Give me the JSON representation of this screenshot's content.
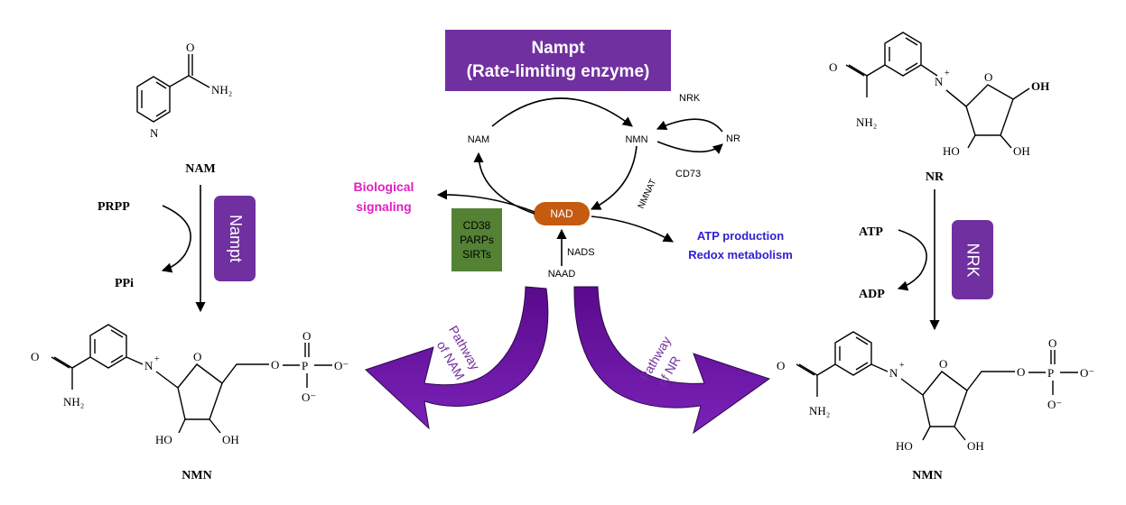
{
  "header": {
    "enzyme_title": "Nampt",
    "enzyme_subtitle": "(Rate-limiting enzyme)"
  },
  "left_panel": {
    "substrate": "NAM",
    "cosubstrate": "PRPP",
    "byproduct": "PPi",
    "enzyme": "Nampt",
    "product": "NMN",
    "nam_atoms": {
      "o": "O",
      "nh2": "NH₂",
      "n": "N"
    },
    "nmn_atoms": {
      "o_amide": "O",
      "nh2": "NH₂",
      "n_plus": "N",
      "charge": "+",
      "o_ring": "O",
      "ho": "HO",
      "oh": "OH",
      "o_link": "O",
      "p": "P",
      "o_top": "O",
      "o_bottom": "O⁻",
      "o_right": "O⁻"
    }
  },
  "right_panel": {
    "substrate": "NR",
    "cosubstrate": "ATP",
    "byproduct": "ADP",
    "enzyme": "NRK",
    "product": "NMN",
    "nr_atoms": {
      "o_amide": "O",
      "nh2": "NH₂",
      "n_plus": "N",
      "charge": "+",
      "o_ring": "O",
      "oh_anomeric": "OH",
      "ho": "HO",
      "oh": "OH"
    },
    "nmn_atoms": {
      "o_amide": "O",
      "nh2": "NH₂",
      "n_plus": "N",
      "charge": "+",
      "o_ring": "O",
      "ho": "HO",
      "oh": "OH",
      "o_link": "O",
      "p": "P",
      "o_top": "O",
      "o_bottom": "O⁻",
      "o_right": "O⁻"
    }
  },
  "cycle": {
    "nam": "NAM",
    "nmn": "NMN",
    "nr": "NR",
    "nrk": "NRK",
    "cd73": "CD73",
    "nmnat": "NMNAT",
    "nad": "NAD",
    "naad": "NAAD",
    "nads": "NADS",
    "consumers": [
      "CD38",
      "PARPs",
      "SIRTs"
    ],
    "signaling": [
      "Biological",
      "signaling"
    ],
    "outputs": [
      "ATP production",
      "Redox metabolism"
    ]
  },
  "pathways": {
    "nam": [
      "Pathway",
      "of NAM"
    ],
    "nr": [
      "Pathway",
      "of NR"
    ]
  },
  "colors": {
    "purple_box": "#7030a0",
    "nad_orange": "#c55a11",
    "consumer_green": "#548235",
    "signaling_magenta": "#e020c0",
    "output_blue": "#3020d0",
    "pathway_arrow": "#6a0fa0",
    "pathway_text": "#7030a0"
  }
}
